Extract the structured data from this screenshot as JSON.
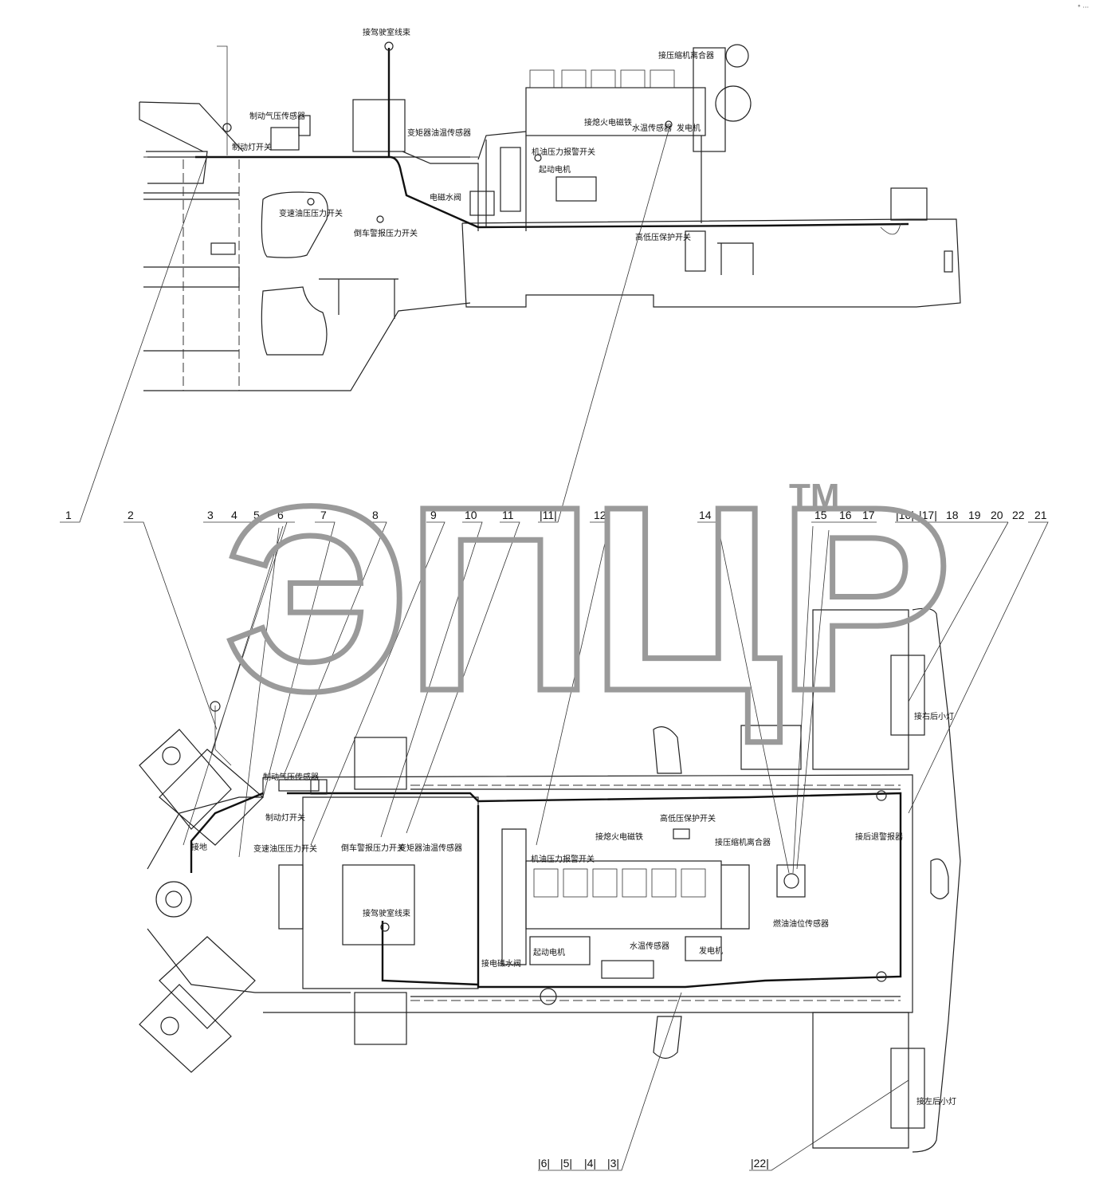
{
  "corner_mark": "° ···",
  "watermark": {
    "text": "ЭПЦР",
    "tm": "TM"
  },
  "top_view": {
    "labels": {
      "cab_harness": "接驾驶室线束",
      "compressor_clutch": "接压缩机离合器",
      "brake_air_sensor": "制动气压传感器",
      "brake_light_switch": "制动灯开关",
      "torque_oil_temp": "变矩器油温传感器",
      "flameout_solenoid": "接熄火电磁铁",
      "water_temp": "水温传感器",
      "generator": "发电机",
      "oil_pressure_alarm": "机油压力报警开关",
      "starter": "起动电机",
      "solenoid_valve": "电磁水阀",
      "gear_oil_switch": "变速油压压力开关",
      "parking_alarm_switch": "倒车警报压力开关",
      "hp_lp_switch": "高低压保护开关"
    }
  },
  "bottom_view": {
    "labels": {
      "right_rear_lamp": "接右后小灯",
      "brake_air_sensor": "制动气压传感器",
      "brake_light_switch": "制动灯开关",
      "ground": "接地",
      "gear_oil_switch": "变速油压压力开关",
      "parking_alarm_switch": "倒车警报压力开关",
      "torque_oil_temp": "变矩器油温传感器",
      "hp_lp_switch": "高低压保护开关",
      "flameout_solenoid": "接熄火电磁铁",
      "compressor_clutch": "接压缩机离合器",
      "oil_pressure_alarm": "机油压力报警开关",
      "rear_alarm": "接后退警报器",
      "fuel_level": "燃油油位传感器",
      "cab_harness": "接驾驶室线束",
      "starter": "起动电机",
      "water_temp": "水温传感器",
      "generator": "发电机",
      "solenoid_valve": "接电磁水阀",
      "left_rear_lamp": "接左后小灯"
    }
  },
  "callouts_top_row": [
    "1",
    "2",
    "3",
    "4",
    "5",
    "6",
    "7",
    "8",
    "9",
    "10",
    "11",
    "|11|",
    "12",
    "14",
    "15",
    "16",
    "17",
    "|16|",
    "|17|",
    "18",
    "19",
    "20",
    "22",
    "21"
  ],
  "callouts_bottom_row": [
    "|6|",
    "|5|",
    "|4|",
    "|3|",
    "|22|"
  ]
}
